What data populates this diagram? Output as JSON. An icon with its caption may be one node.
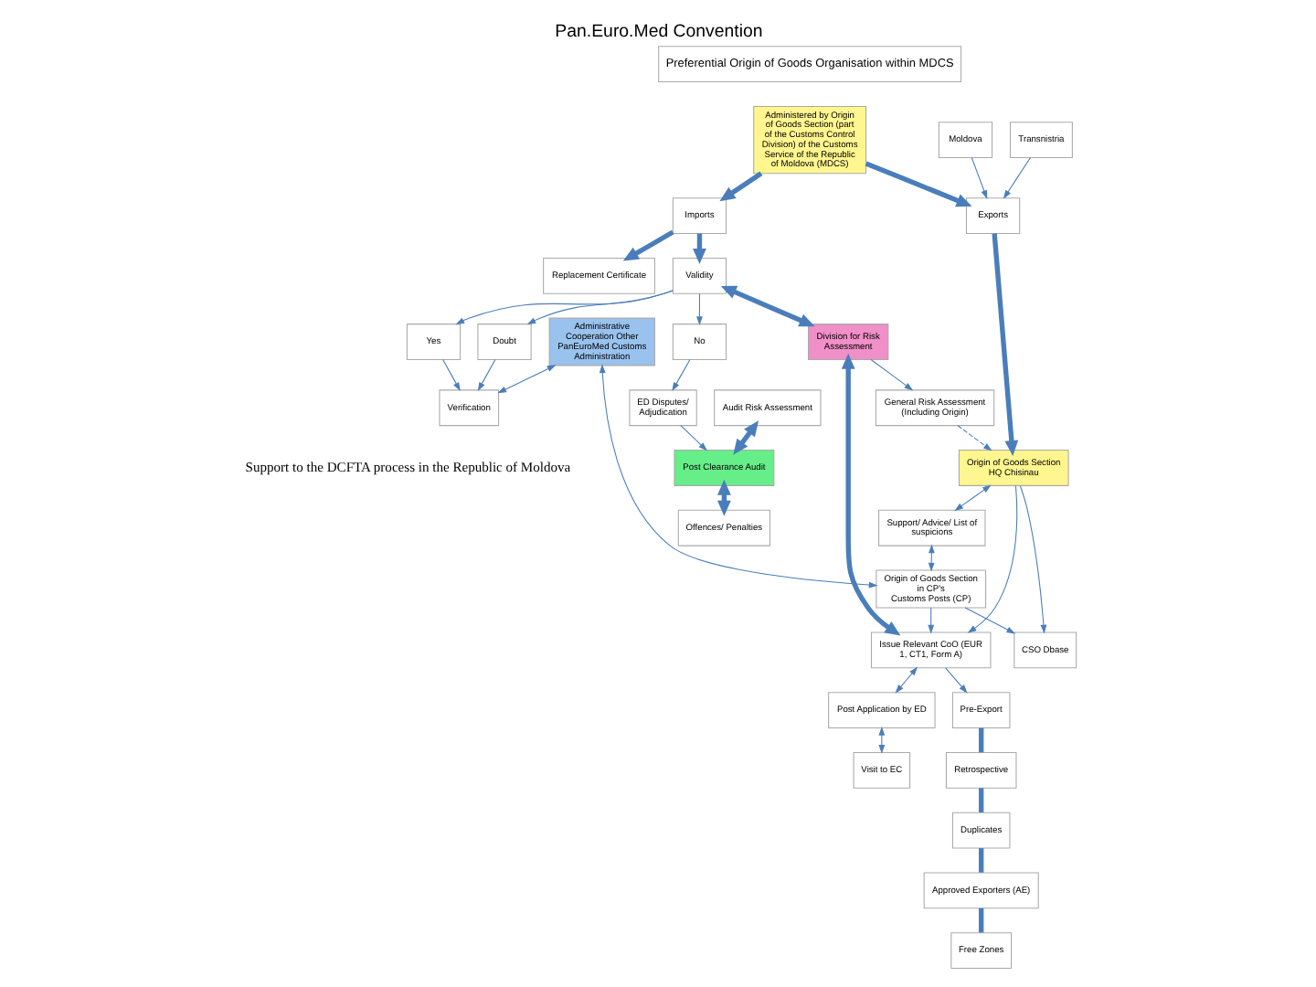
{
  "diagram": {
    "title": "Pan.Euro.Med Convention",
    "caption": "Support to the DCFTA process in the Republic of Moldova",
    "nodes": [
      {
        "text": [
          "Preferential Origin of Goods Organisation within MDCS"
        ]
      },
      {
        "text": [
          "Administered by Origin of Goods Section (part of the Customs Control Division) of the Customs Service of the Republic of Moldova (MDCS)"
        ]
      },
      {
        "text": [
          "Moldova"
        ]
      },
      {
        "text": [
          "Transnistria"
        ]
      },
      {
        "text": [
          "Imports"
        ]
      },
      {
        "text": [
          "Replacement Certificate"
        ]
      },
      {
        "text": [
          "Exports"
        ]
      },
      {
        "text": [
          "General Risk Assessment (Including Origin)"
        ]
      },
      {
        "text": [
          "Origin of Goods Section HQ Chisinau"
        ]
      },
      {
        "text": [
          "CSO Dbase"
        ]
      },
      {
        "text": [
          "Division for Risk Assessment"
        ]
      },
      {
        "text": [
          "Issue Relevant CoO (EUR 1, CT1, Form A)"
        ]
      },
      {
        "text": [
          "Support/ Advice/ List of suspicions"
        ]
      },
      {
        "text": [
          "Validity"
        ]
      },
      {
        "text": [
          "Post Application by ED"
        ]
      },
      {
        "text": [
          "Pre-Export"
        ]
      },
      {
        "text": [
          "Visit to EC"
        ]
      },
      {
        "text": [
          "Retrospective"
        ]
      },
      {
        "text": [
          "Origin of Goods Section in CP's",
          "Customs Posts (CP)"
        ]
      },
      {
        "text": [
          "Yes"
        ]
      },
      {
        "text": [
          "No"
        ]
      },
      {
        "text": [
          "Doubt"
        ]
      },
      {
        "text": [
          "Duplicates"
        ]
      },
      {
        "text": [
          "ED Disputes/ Adjudication"
        ]
      },
      {
        "text": [
          "Approved Exporters (AE)"
        ]
      },
      {
        "text": [
          "Free Zones"
        ]
      },
      {
        "text": [
          "Audit Risk Assessment"
        ]
      },
      {
        "text": [
          "Post Clearance Audit"
        ]
      },
      {
        "text": [
          "Offences/ Penalties"
        ]
      },
      {
        "text": [
          "Verification"
        ]
      },
      {
        "text": [
          "Administrative Cooperation Other PanEuroMed Customs Administration"
        ]
      }
    ],
    "edges": [
      {
        "from": 1,
        "to": 4,
        "arrow": "to",
        "style": "thick"
      },
      {
        "from": 1,
        "to": 6,
        "arrow": "to",
        "style": "thick"
      },
      {
        "from": 2,
        "to": 6,
        "arrow": "to"
      },
      {
        "from": 3,
        "to": 6,
        "arrow": "to"
      },
      {
        "from": 4,
        "to": 5,
        "arrow": "to",
        "style": "thick"
      },
      {
        "from": 4,
        "to": 13,
        "arrow": "to",
        "style": "thick"
      },
      {
        "from": 6,
        "to": 8,
        "arrow": "to",
        "style": "thick"
      },
      {
        "from": 7,
        "to": 8,
        "arrow": "to",
        "style": "dashed"
      },
      {
        "from": 10,
        "to": 7,
        "arrow": "to"
      },
      {
        "from": 11,
        "to": 10,
        "arrow": "both",
        "style": "thick"
      },
      {
        "from": 13,
        "to": 10,
        "arrow": "both",
        "style": "thick"
      },
      {
        "from": 8,
        "to": 11,
        "arrow": "to"
      },
      {
        "from": 18,
        "to": 11,
        "arrow": "to"
      },
      {
        "from": 8,
        "to": 9,
        "arrow": "to"
      },
      {
        "from": 18,
        "to": 9,
        "arrow": "to"
      },
      {
        "from": 8,
        "to": 12,
        "arrow": "both"
      },
      {
        "from": 12,
        "to": 18,
        "arrow": "both"
      },
      {
        "from": 11,
        "to": 14,
        "arrow": "both"
      },
      {
        "from": 14,
        "to": 16,
        "arrow": "both"
      },
      {
        "from": 11,
        "to": 15,
        "arrow": "to"
      },
      {
        "from": 15,
        "to": 17,
        "arrow": "none",
        "style": "thick"
      },
      {
        "from": 17,
        "to": 22,
        "arrow": "none",
        "style": "thick"
      },
      {
        "from": 22,
        "to": 24,
        "arrow": "none",
        "style": "thick"
      },
      {
        "from": 24,
        "to": 25,
        "arrow": "none",
        "style": "thick"
      },
      {
        "from": 13,
        "to": 19,
        "arrow": "to"
      },
      {
        "from": 13,
        "to": 20,
        "arrow": "to"
      },
      {
        "from": 13,
        "to": 21,
        "arrow": "to"
      },
      {
        "from": 20,
        "to": 23,
        "arrow": "to"
      },
      {
        "from": 19,
        "to": 29,
        "arrow": "to"
      },
      {
        "from": 21,
        "to": 29,
        "arrow": "to"
      },
      {
        "from": 23,
        "to": 27,
        "arrow": "to"
      },
      {
        "from": 26,
        "to": 27,
        "arrow": "both",
        "style": "thick"
      },
      {
        "from": 27,
        "to": 28,
        "arrow": "both",
        "style": "thick"
      },
      {
        "from": 30,
        "to": 29,
        "arrow": "both"
      },
      {
        "from": 30,
        "to": 18,
        "arrow": "both"
      }
    ]
  }
}
